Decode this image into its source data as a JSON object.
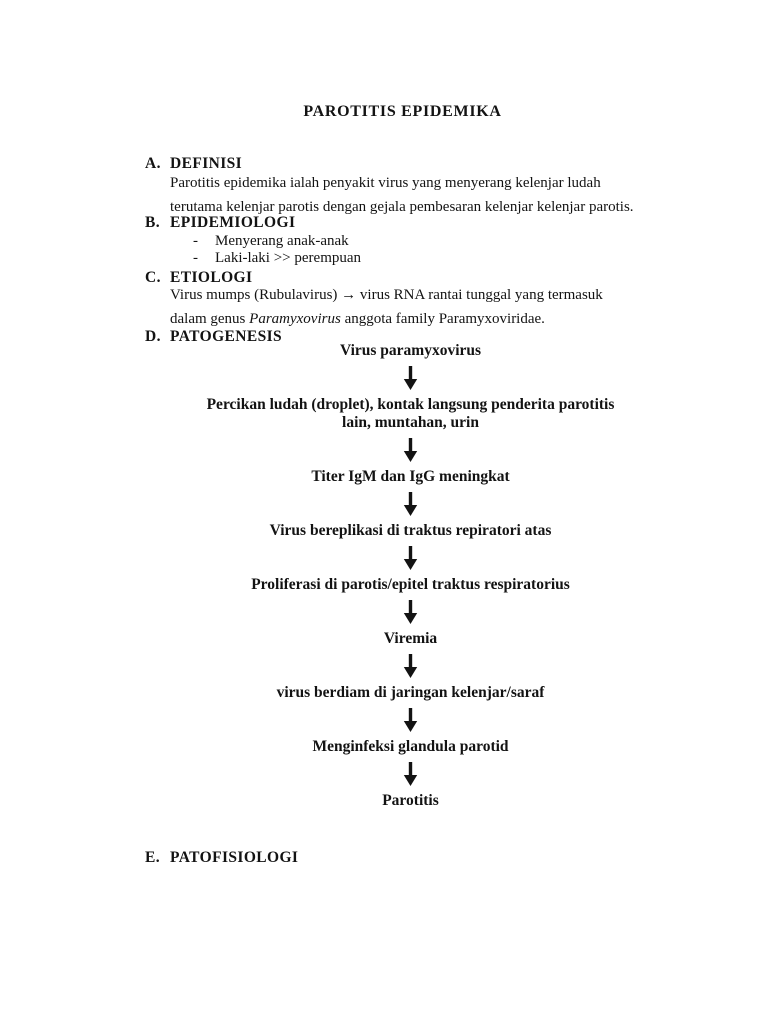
{
  "page": {
    "title": "PAROTITIS EPIDEMIKA"
  },
  "sections": {
    "a": {
      "label": "A.",
      "heading": "DEFINISI",
      "text": "Parotitis epidemika ialah penyakit virus yang menyerang kelenjar ludah\nterutama kelenjar parotis dengan gejala pembesaran kelenjar kelenjar parotis."
    },
    "b": {
      "label": "B.",
      "heading": "EPIDEMIOLOGI",
      "bullets": [
        {
          "marker": "-",
          "text": "Menyerang anak-anak"
        },
        {
          "marker": "-",
          "text": "Laki-laki >> perempuan"
        }
      ]
    },
    "c": {
      "label": "C.",
      "heading": "ETIOLOGI",
      "line1": "Virus mumps (Rubulavirus) → virus RNA rantai tunggal yang termasuk",
      "line2_pre": "dalam genus ",
      "line2_italic": "Paramyxovirus",
      "line2_post": " anggota family Paramyxoviridae."
    },
    "d": {
      "label": "D.",
      "heading": "PATOGENESIS"
    },
    "e": {
      "label": "E.",
      "heading": "PATOFISIOLOGI"
    }
  },
  "flowchart": {
    "nodes": [
      "Virus paramyxovirus",
      "Percikan ludah (droplet), kontak langsung penderita parotitis\nlain, muntahan, urin",
      "Titer IgM dan IgG meningkat",
      "Virus bereplikasi di traktus repiratori atas",
      "Proliferasi di parotis/epitel traktus respiratorius",
      "Viremia",
      "virus berdiam di jaringan kelenjar/saraf",
      "Menginfeksi glandula parotid",
      "Parotitis"
    ]
  },
  "colors": {
    "ink": "#131313",
    "paper": "#ffffff"
  }
}
